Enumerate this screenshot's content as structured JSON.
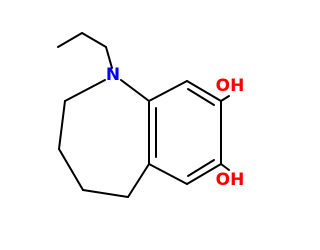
{
  "molecule": {
    "atoms": {
      "nitrogen": {
        "symbol": "N",
        "color": "#0000ff"
      },
      "hydroxyl_upper": {
        "symbol": "OH",
        "color": "#ff0000"
      },
      "hydroxyl_lower": {
        "symbol": "OH",
        "color": "#ff0000"
      }
    },
    "bond_color": "#000000"
  }
}
